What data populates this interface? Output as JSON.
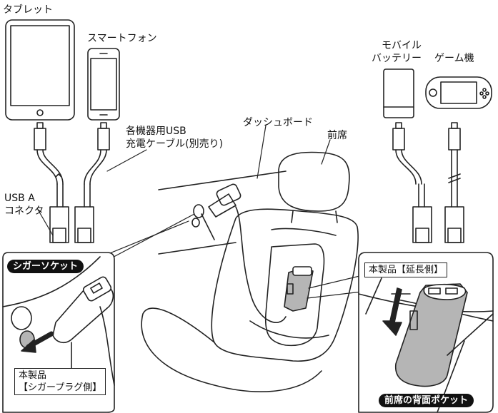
{
  "labels": {
    "tablet": "タブレット",
    "smartphone": "スマートフォン",
    "mobile_battery_line1": "モバイル",
    "mobile_battery_line2": "バッテリー",
    "game_console": "ゲーム機",
    "cable_line1": "各機器用USB",
    "cable_line2": "充電ケーブル(別売り)",
    "dashboard": "ダッシュボード",
    "front_seat": "前席",
    "usb_a_line1": "USB A",
    "usb_a_line2": "コネクタ",
    "cigar_socket": "シガーソケット",
    "product_plug_line1": "本製品",
    "product_plug_line2": "【シガープラグ側】",
    "product_ext": "本製品【延長側】",
    "seat_pocket": "前席の背面ポケット"
  },
  "colors": {
    "line": "#222222",
    "gray_fill": "#b5b5b5",
    "label_pill": "#111111"
  }
}
